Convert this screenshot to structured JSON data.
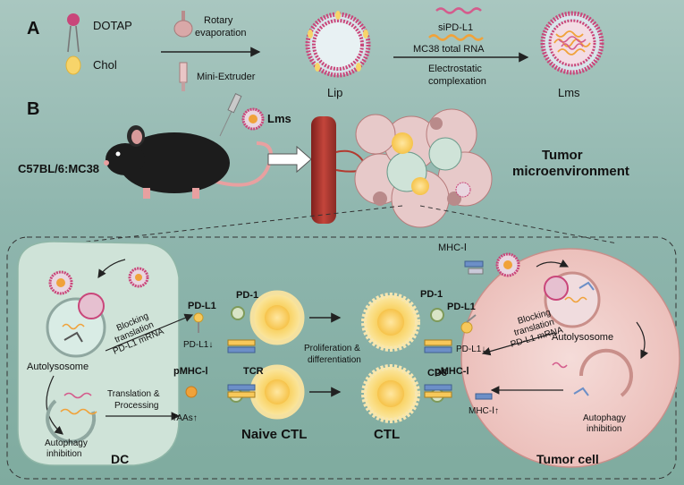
{
  "panels": {
    "a": "A",
    "b": "B"
  },
  "legend": {
    "dotap": "DOTAP",
    "chol": "Chol"
  },
  "process": {
    "rotary": "Rotary",
    "evaporation": "evaporation",
    "extruder": "Mini-Extruder",
    "lip": "Lip",
    "sipdl1": "siPD-L1",
    "rna": "MC38 total RNA",
    "electro1": "Electrostatic",
    "electro2": "complexation",
    "lms": "Lms"
  },
  "mouse": {
    "label": "C57BL/6:MC38",
    "inj": "Lms"
  },
  "tme": {
    "line1": "Tumor",
    "line2": "microenvironment"
  },
  "dc": {
    "title": "DC",
    "autolysosome": "Autolysosome",
    "autophagy1": "Autophagy",
    "autophagy2": "inhibition",
    "block1": "Blocking",
    "block2": "translation",
    "block3": "PD-L1 mRNA",
    "trans1": "Translation &",
    "trans2": "Processing",
    "pdl1": "PD-L1",
    "pdl1down": "PD-L1↓",
    "pmhc": "pMHC-Ⅰ",
    "taas": "TAAs↑"
  },
  "tcell": {
    "pd1": "PD-1",
    "tcr": "TCR",
    "naive": "Naive CTL",
    "prolif1": "Proliferation &",
    "prolif2": "differentiation",
    "ctl": "CTL",
    "pd1b": "PD-1",
    "cd8": "CD8"
  },
  "tumor": {
    "title": "Tumor cell",
    "mhc": "MHC-Ⅰ",
    "pdl1": "PD-L1",
    "pmhc": "pMHC-Ⅰ",
    "autolysosome": "Autolysosome",
    "block1": "Blocking",
    "block2": "translation",
    "block3": "PD-L1 mRNA",
    "pdl1down": "PD-L1↓",
    "autophagy1": "Autophagy",
    "autophagy2": "inhibition",
    "mhcup": "MHC-Ⅰ↑"
  },
  "colors": {
    "dc": "#cfe3d8",
    "tumor": "#f2d3d0",
    "ctl": "#f7d36a",
    "lipid": "#c9467a"
  }
}
